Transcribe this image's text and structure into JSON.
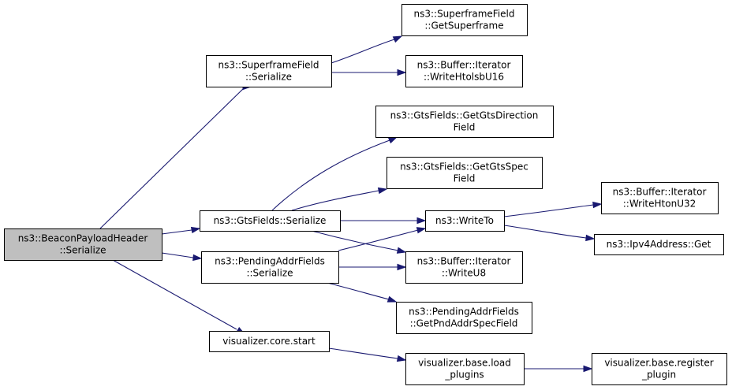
{
  "nodes": [
    {
      "id": "root",
      "lines": [
        "ns3::BeaconPayloadHeader",
        "::Serialize"
      ],
      "root": true
    },
    {
      "id": "sf_serialize",
      "lines": [
        "ns3::SuperframeField",
        "::Serialize"
      ]
    },
    {
      "id": "sf_getsuperframe",
      "lines": [
        "ns3::SuperframeField",
        "::GetSuperframe"
      ]
    },
    {
      "id": "buf_writehtolsbu16",
      "lines": [
        "ns3::Buffer::Iterator",
        "::WriteHtolsbU16"
      ]
    },
    {
      "id": "gts_getdirection",
      "lines": [
        "ns3::GtsFields::GetGtsDirection",
        "Field"
      ]
    },
    {
      "id": "gts_getspec",
      "lines": [
        "ns3::GtsFields::GetGtsSpec",
        "Field"
      ]
    },
    {
      "id": "gts_serialize",
      "lines": [
        "ns3::GtsFields::Serialize"
      ]
    },
    {
      "id": "writeto",
      "lines": [
        "ns3::WriteTo"
      ]
    },
    {
      "id": "buf_writehtonu32",
      "lines": [
        "ns3::Buffer::Iterator",
        "::WriteHtonU32"
      ]
    },
    {
      "id": "ipv4_get",
      "lines": [
        "ns3::Ipv4Address::Get"
      ]
    },
    {
      "id": "pa_serialize",
      "lines": [
        "ns3::PendingAddrFields",
        "::Serialize"
      ]
    },
    {
      "id": "buf_writeu8",
      "lines": [
        "ns3::Buffer::Iterator",
        "::WriteU8"
      ]
    },
    {
      "id": "pa_getspec",
      "lines": [
        "ns3::PendingAddrFields",
        "::GetPndAddrSpecField"
      ]
    },
    {
      "id": "vis_core_start",
      "lines": [
        "visualizer.core.start"
      ]
    },
    {
      "id": "vis_load_plugins",
      "lines": [
        "visualizer.base.load",
        "_plugins"
      ]
    },
    {
      "id": "vis_register_plugin",
      "lines": [
        "visualizer.base.register",
        "_plugin"
      ]
    }
  ],
  "edges": [
    {
      "from": "root",
      "to": "sf_serialize"
    },
    {
      "from": "root",
      "to": "gts_serialize"
    },
    {
      "from": "root",
      "to": "pa_serialize"
    },
    {
      "from": "root",
      "to": "vis_core_start"
    },
    {
      "from": "sf_serialize",
      "to": "sf_getsuperframe"
    },
    {
      "from": "sf_serialize",
      "to": "buf_writehtolsbu16"
    },
    {
      "from": "gts_serialize",
      "to": "gts_getdirection"
    },
    {
      "from": "gts_serialize",
      "to": "gts_getspec"
    },
    {
      "from": "gts_serialize",
      "to": "writeto"
    },
    {
      "from": "gts_serialize",
      "to": "buf_writeu8"
    },
    {
      "from": "writeto",
      "to": "buf_writehtonu32"
    },
    {
      "from": "writeto",
      "to": "ipv4_get"
    },
    {
      "from": "pa_serialize",
      "to": "writeto"
    },
    {
      "from": "pa_serialize",
      "to": "buf_writeu8"
    },
    {
      "from": "pa_serialize",
      "to": "pa_getspec"
    },
    {
      "from": "vis_core_start",
      "to": "vis_load_plugins"
    },
    {
      "from": "vis_load_plugins",
      "to": "vis_register_plugin"
    }
  ],
  "colors": {
    "edge": "#191970",
    "root_fill": "#bfbfbf",
    "node_fill": "#ffffff",
    "node_stroke": "#000000"
  }
}
